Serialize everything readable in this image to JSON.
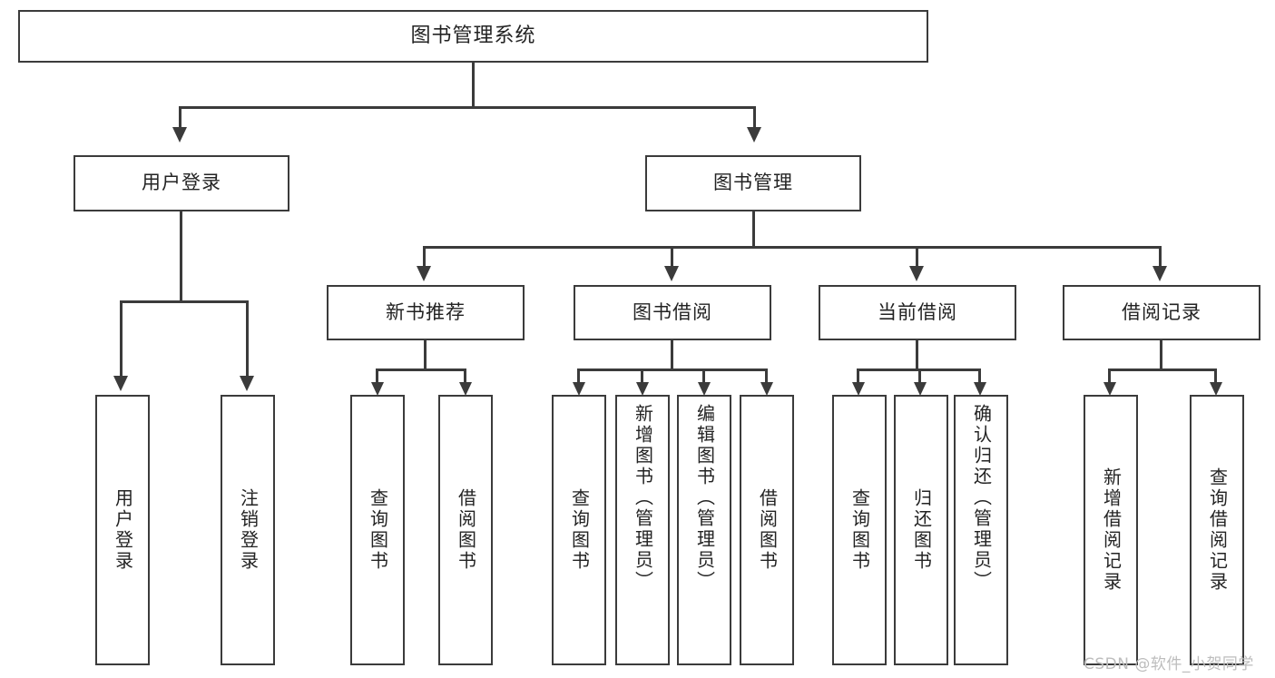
{
  "diagram": {
    "type": "tree-hierarchy-flowchart",
    "title": "图书管理系统",
    "root": {
      "label": "图书管理系统"
    },
    "level2": [
      {
        "label": "用户登录"
      },
      {
        "label": "图书管理"
      }
    ],
    "level3": [
      {
        "label": "新书推荐"
      },
      {
        "label": "图书借阅"
      },
      {
        "label": "当前借阅"
      },
      {
        "label": "借阅记录"
      }
    ],
    "leaves": {
      "user_login": [
        {
          "label": "用户登录"
        },
        {
          "label": "注销登录"
        }
      ],
      "new_book_recommend": [
        {
          "label": "查询图书"
        },
        {
          "label": "借阅图书"
        }
      ],
      "book_borrow": [
        {
          "label": "查询图书"
        },
        {
          "label": "新增图书（管理员）"
        },
        {
          "label": "编辑图书（管理员）"
        },
        {
          "label": "借阅图书"
        }
      ],
      "current_borrow": [
        {
          "label": "查询图书"
        },
        {
          "label": "归还图书"
        },
        {
          "label": "确认归还（管理员）"
        }
      ],
      "borrow_record": [
        {
          "label": "新增借阅记录"
        },
        {
          "label": "查询借阅记录"
        }
      ]
    },
    "watermark": "CSDN @软件_小贺同学",
    "colors": {
      "stroke": "#3b3b3b",
      "text": "#232323",
      "background": "#ffffff",
      "watermark": "#bdbdbd"
    }
  }
}
